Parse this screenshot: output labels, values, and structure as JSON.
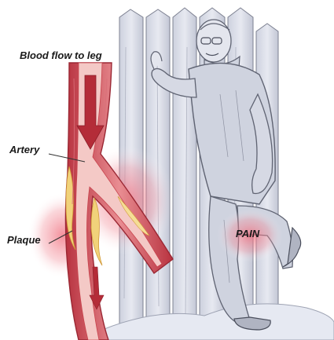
{
  "labels": {
    "blood_flow": "Blood flow to leg",
    "artery": "Artery",
    "plaque": "Plaque",
    "pain": "PAIN"
  },
  "colors": {
    "artery_wall": "#c8444e",
    "artery_lumen": "#f4c9c6",
    "plaque": "#f1d27a",
    "glow": "#f06a7a",
    "fence": "#dde0ea",
    "fence_shadow": "#b9bdcc",
    "sketch": "#6a6e7c",
    "coat": "#cfd3df",
    "text": "#1a1a1a"
  },
  "icons": [
    "flow-arrow-icon"
  ]
}
